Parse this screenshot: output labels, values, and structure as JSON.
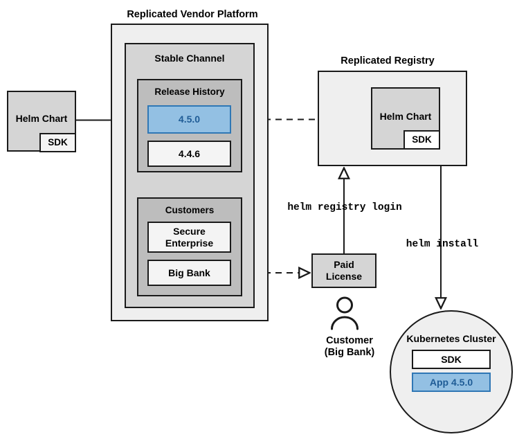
{
  "diagram": {
    "title": "Replicated Vendor Platform software delivery flow",
    "colors": {
      "highlight_fill": "#93c0e3",
      "highlight_border": "#2f77b5",
      "highlight_text": "#1f5c96",
      "outer_fill": "#efefef",
      "mid_fill": "#d5d5d5",
      "inner_fill": "#bdbdbd",
      "box_fill": "#f4f4f4",
      "stroke": "#1a1a1a"
    }
  },
  "titles": {
    "platform": "Replicated Vendor Platform",
    "registry": "Replicated Registry",
    "customer": "Customer\n(Big Bank)",
    "customer_line1": "Customer",
    "customer_line2": "(Big Bank)"
  },
  "source": {
    "helm_chart_label": "Helm Chart",
    "sdk_label": "SDK"
  },
  "platform": {
    "channel_label": "Stable Channel",
    "release_history": {
      "label": "Release History",
      "releases": [
        {
          "version": "4.5.0",
          "highlighted": true
        },
        {
          "version": "4.4.6",
          "highlighted": false
        }
      ]
    },
    "customers": {
      "label": "Customers",
      "items": [
        {
          "name": "Secure Enterprise",
          "line1": "Secure",
          "line2": "Enterprise"
        },
        {
          "name": "Big Bank",
          "line1": "Big Bank",
          "line2": ""
        }
      ]
    }
  },
  "registry": {
    "helm_chart_label": "Helm Chart",
    "sdk_label": "SDK"
  },
  "license": {
    "line1": "Paid",
    "line2": "License"
  },
  "cluster": {
    "label": "Kubernetes Cluster",
    "components": [
      {
        "name": "SDK",
        "highlighted": false
      },
      {
        "name": "App 4.5.0",
        "highlighted": true
      }
    ]
  },
  "commands": {
    "registry_login": "helm registry login",
    "install": "helm install"
  },
  "edges": [
    {
      "from": "Helm Chart",
      "to": "4.5.0",
      "style": "solid",
      "arrow": "filled"
    },
    {
      "from": "4.5.0",
      "to": "Replicated Registry Helm Chart",
      "style": "dashed",
      "arrow": "open"
    },
    {
      "from": "Big Bank",
      "to": "Paid License",
      "style": "dashed",
      "arrow": "open"
    },
    {
      "from": "Paid License",
      "to": "Replicated Registry",
      "style": "solid",
      "arrow": "open",
      "label": "helm registry login"
    },
    {
      "from": "Replicated Registry",
      "to": "Kubernetes Cluster",
      "style": "solid",
      "arrow": "open",
      "label": "helm install"
    }
  ]
}
